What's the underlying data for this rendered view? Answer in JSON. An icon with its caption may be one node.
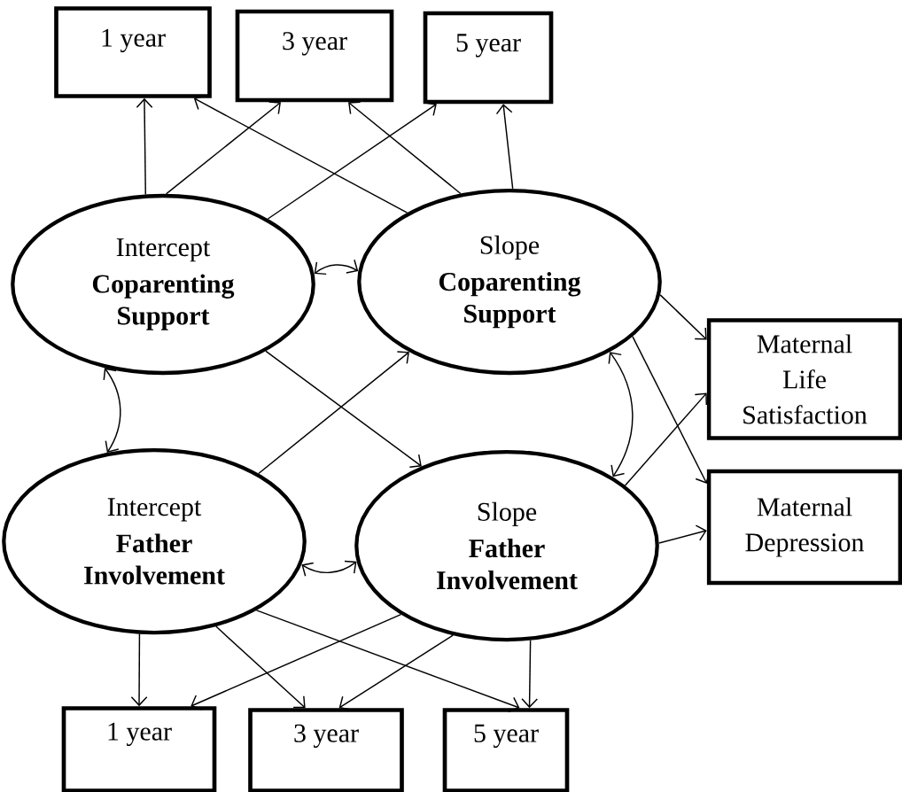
{
  "diagram": {
    "nodes": [
      {
        "text": [
          "1 year"
        ]
      },
      {
        "text": [
          "3 year"
        ]
      },
      {
        "text": [
          "5 year"
        ]
      },
      {
        "text": [
          "Intercept",
          "Coparenting Support"
        ]
      },
      {
        "text": [
          "Slope",
          "Coparenting Support"
        ]
      },
      {
        "text": [
          "Maternal Life Satisfaction"
        ]
      },
      {
        "text": [
          "Maternal Depression"
        ]
      },
      {
        "text": [
          "Intercept",
          "Father Involvement"
        ]
      },
      {
        "text": [
          "Slope",
          "Father Involvement"
        ]
      },
      {
        "text": [
          "1 year"
        ]
      },
      {
        "text": [
          "3 year"
        ]
      },
      {
        "text": [
          "5 year"
        ]
      }
    ],
    "edges": [
      {
        "from": 3,
        "to": 0,
        "arrow": "to"
      },
      {
        "from": 3,
        "to": 1,
        "arrow": "to"
      },
      {
        "from": 3,
        "to": 2,
        "arrow": "to"
      },
      {
        "from": 4,
        "to": 0,
        "arrow": "to"
      },
      {
        "from": 4,
        "to": 1,
        "arrow": "to"
      },
      {
        "from": 4,
        "to": 2,
        "arrow": "to"
      },
      {
        "from": 3,
        "to": 4,
        "arrow": "both"
      },
      {
        "from": 3,
        "to": 7,
        "arrow": "both"
      },
      {
        "from": 7,
        "to": 4,
        "arrow": "to"
      },
      {
        "from": 3,
        "to": 8,
        "arrow": "to"
      },
      {
        "from": 4,
        "to": 8,
        "arrow": "both"
      },
      {
        "from": 7,
        "to": 8,
        "arrow": "both"
      },
      {
        "from": 4,
        "to": 5,
        "arrow": "to"
      },
      {
        "from": 4,
        "to": 6,
        "arrow": "to"
      },
      {
        "from": 8,
        "to": 5,
        "arrow": "to"
      },
      {
        "from": 8,
        "to": 6,
        "arrow": "to"
      },
      {
        "from": 7,
        "to": 9,
        "arrow": "to"
      },
      {
        "from": 7,
        "to": 10,
        "arrow": "to"
      },
      {
        "from": 7,
        "to": 11,
        "arrow": "to"
      },
      {
        "from": 8,
        "to": 9,
        "arrow": "to"
      },
      {
        "from": 8,
        "to": 10,
        "arrow": "to"
      },
      {
        "from": 8,
        "to": 11,
        "arrow": "to"
      }
    ]
  }
}
